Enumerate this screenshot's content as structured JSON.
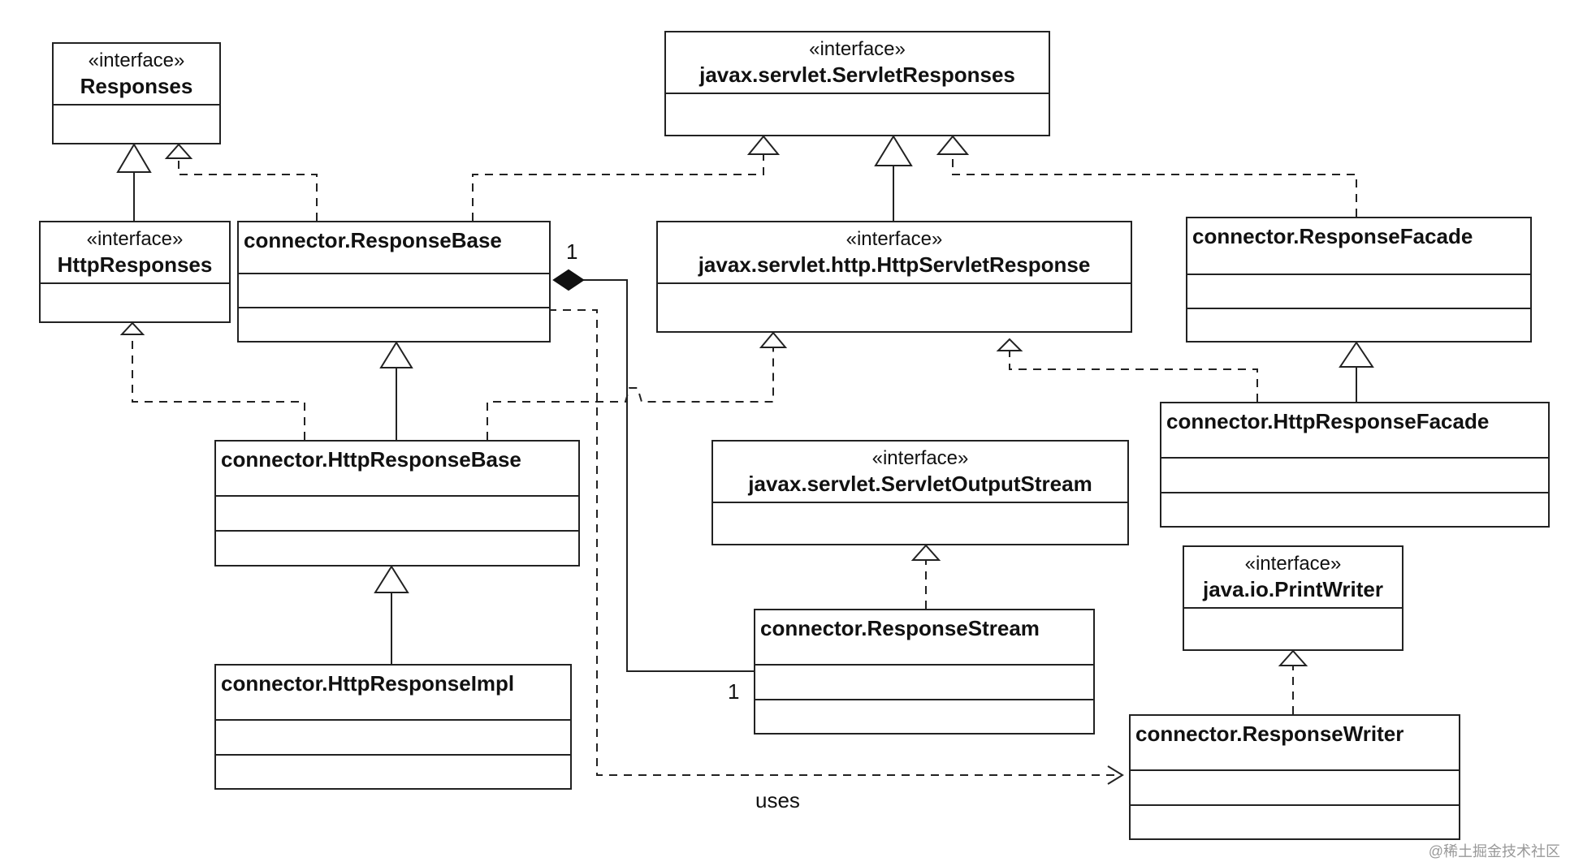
{
  "classes": {
    "responses": {
      "stereotype": "«interface»",
      "name": "Responses"
    },
    "servlet_responses": {
      "stereotype": "«interface»",
      "name": "javax.servlet.ServletResponses"
    },
    "http_responses": {
      "stereotype": "«interface»",
      "name": "HttpResponses"
    },
    "response_base": {
      "name": "connector.ResponseBase"
    },
    "http_servlet_response": {
      "stereotype": "«interface»",
      "name": "javax.servlet.http.HttpServletResponse"
    },
    "response_facade": {
      "name": "connector.ResponseFacade"
    },
    "http_response_base": {
      "name": "connector.HttpResponseBase"
    },
    "http_response_facade": {
      "name": "connector.HttpResponseFacade"
    },
    "servlet_output_stream": {
      "stereotype": "«interface»",
      "name": "javax.servlet.ServletOutputStream"
    },
    "print_writer": {
      "stereotype": "«interface»",
      "name": "java.io.PrintWriter"
    },
    "response_stream": {
      "name": "connector.ResponseStream"
    },
    "http_response_impl": {
      "name": "connector.HttpResponseImpl"
    },
    "response_writer": {
      "name": "connector.ResponseWriter"
    }
  },
  "labels": {
    "multiplicity_base": "1",
    "multiplicity_stream": "1",
    "uses": "uses"
  },
  "watermark": "@稀土掘金技术社区"
}
